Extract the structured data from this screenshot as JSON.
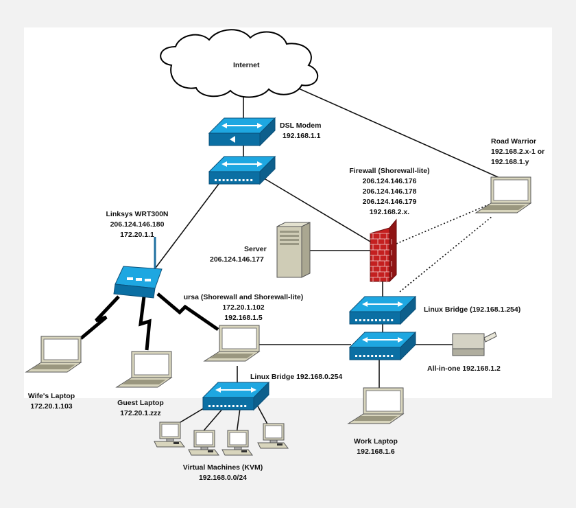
{
  "colors": {
    "device_blue": "#1ea7e1",
    "device_blue_dark": "#0b6fa3",
    "firewall_red": "#c41f1f",
    "laptop_beige": "#d8d5bd",
    "server_beige": "#cfccb6",
    "line": "#111111"
  },
  "nodes": {
    "internet": {
      "label": "Internet",
      "icon": "cloud-icon"
    },
    "dsl_modem": {
      "name": "DSL Modem",
      "ip": "192.168.1.1",
      "icon": "modem-icon"
    },
    "switch_top": {
      "icon": "switch-icon"
    },
    "road_warrior": {
      "name": "Road Warrior",
      "ip1": "192.168.2.x-1 or",
      "ip2": "192.168.1.y",
      "icon": "laptop-icon"
    },
    "firewall": {
      "name": "Firewall (Shorewall-lite)",
      "ips": [
        "206.124.146.176",
        "206.124.146.178",
        "206.124.146.179",
        "192.168.2.x."
      ],
      "icon": "firewall-icon"
    },
    "linksys": {
      "name": "Linksys WRT300N",
      "ip1": "206.124.146.180",
      "ip2": "172.20.1.1",
      "icon": "wireless-router-icon"
    },
    "server": {
      "name": "Server",
      "ip": "206.124.146.177",
      "icon": "server-icon"
    },
    "ursa": {
      "name": "ursa (Shorewall and Shorewall-lite)",
      "ip1": "172.20.1.102",
      "ip2": "192.168.1.5",
      "icon": "laptop-icon"
    },
    "linux_bridge_top": {
      "label": "Linux Bridge (192.168.1.254)",
      "icon": "switch-icon"
    },
    "linux_bridge_bottom": {
      "icon": "switch-icon"
    },
    "all_in_one": {
      "label": "All-in-one 192.168.1.2",
      "icon": "printer-icon"
    },
    "wife_laptop": {
      "name": "Wife's Laptop",
      "ip": "172.20.1.103",
      "icon": "laptop-icon"
    },
    "guest_laptop": {
      "name": "Guest Laptop",
      "ip": "172.20.1.zzz",
      "icon": "laptop-icon"
    },
    "linux_bridge_vm": {
      "label": "Linux Bridge 192.168.0.254",
      "icon": "switch-icon"
    },
    "virtual_machines": {
      "name": "Virtual Machines (KVM)",
      "ip": "192.168.0.0/24",
      "icon": "desktop-icon"
    },
    "work_laptop": {
      "name": "Work Laptop",
      "ip": "192.168.1.6",
      "icon": "laptop-icon"
    }
  }
}
